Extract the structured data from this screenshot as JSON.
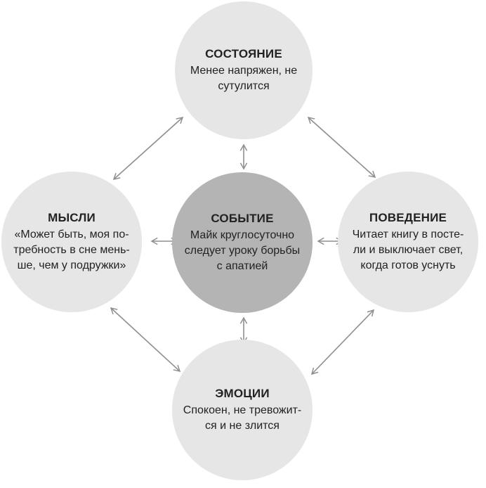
{
  "colors": {
    "outer_circle": "#e6e6e6",
    "center_circle": "#b4b4b4",
    "arrow": "#8f8f8f",
    "text": "#222222"
  },
  "nodes": {
    "state": {
      "title": "СОСТОЯНИЕ",
      "lines": [
        "Менее напряжен, не",
        "сутулится"
      ]
    },
    "thoughts": {
      "title": "МЫСЛИ",
      "lines": [
        "«Может быть, моя по-",
        "требность в сне мень-",
        "ше, чем у подружки»"
      ]
    },
    "event": {
      "title": "СОБЫТИЕ",
      "lines": [
        "Майк круглосуточно",
        "следует уроку борьбы",
        "с апатией"
      ]
    },
    "behavior": {
      "title": "ПОВЕДЕНИЕ",
      "lines": [
        "Читает книгу в посте-",
        "ли и выключает свет,",
        "когда готов уснуть"
      ]
    },
    "emotions": {
      "title": "ЭМОЦИИ",
      "lines": [
        "Спокоен, не тревожит-",
        "ся и не злится"
      ]
    }
  }
}
